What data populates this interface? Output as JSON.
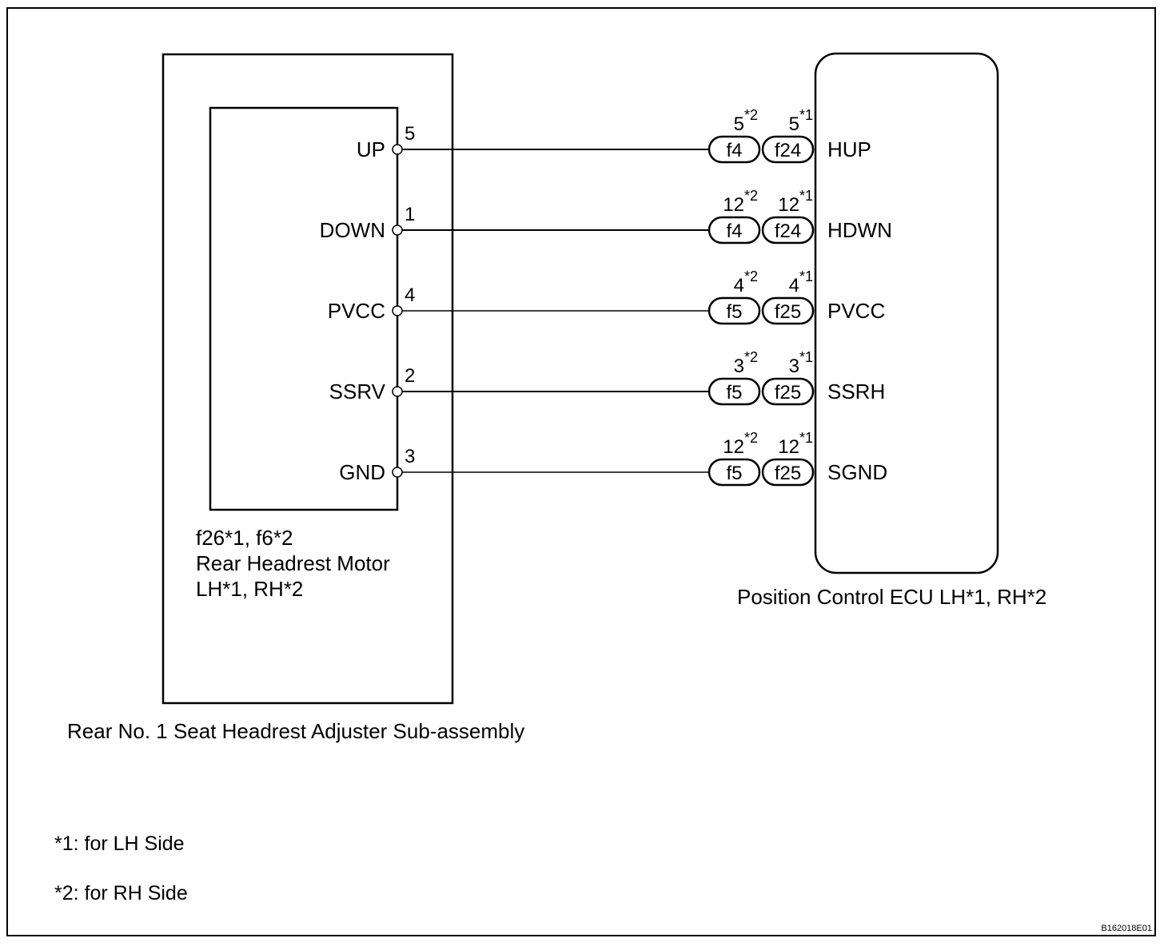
{
  "motor": {
    "connector_line": "f26*1, f6*2",
    "name_line1": "Rear Headrest Motor",
    "name_line2": "LH*1, RH*2"
  },
  "subassembly_label": "Rear No. 1 Seat Headrest Adjuster Sub-assembly",
  "ecu_label": "Position Control ECU LH*1, RH*2",
  "wires": [
    {
      "motor_terminal": "UP",
      "motor_pin": "5",
      "rh_connector": "f4",
      "rh_pin": "5",
      "rh_sup": "*2",
      "lh_connector": "f24",
      "lh_pin": "5",
      "lh_sup": "*1",
      "ecu_terminal": "HUP"
    },
    {
      "motor_terminal": "DOWN",
      "motor_pin": "1",
      "rh_connector": "f4",
      "rh_pin": "12",
      "rh_sup": "*2",
      "lh_connector": "f24",
      "lh_pin": "12",
      "lh_sup": "*1",
      "ecu_terminal": "HDWN"
    },
    {
      "motor_terminal": "PVCC",
      "motor_pin": "4",
      "rh_connector": "f5",
      "rh_pin": "4",
      "rh_sup": "*2",
      "lh_connector": "f25",
      "lh_pin": "4",
      "lh_sup": "*1",
      "ecu_terminal": "PVCC"
    },
    {
      "motor_terminal": "SSRV",
      "motor_pin": "2",
      "rh_connector": "f5",
      "rh_pin": "3",
      "rh_sup": "*2",
      "lh_connector": "f25",
      "lh_pin": "3",
      "lh_sup": "*1",
      "ecu_terminal": "SSRH"
    },
    {
      "motor_terminal": "GND",
      "motor_pin": "3",
      "rh_connector": "f5",
      "rh_pin": "12",
      "rh_sup": "*2",
      "lh_connector": "f25",
      "lh_pin": "12",
      "lh_sup": "*1",
      "ecu_terminal": "SGND"
    }
  ],
  "notes": [
    "*1: for LH Side",
    "*2: for RH Side"
  ],
  "figure_code": "B162018E01"
}
